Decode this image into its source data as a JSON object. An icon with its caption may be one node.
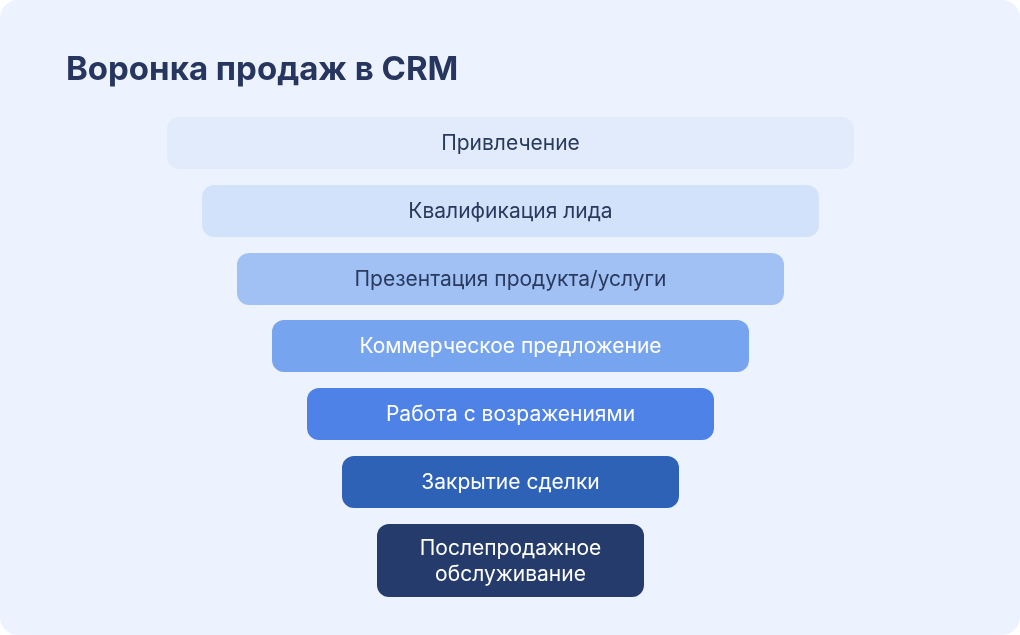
{
  "diagram": {
    "title": "Воронка продаж в CRM",
    "nodes": [
      {
        "text": [
          "Привлечение"
        ]
      },
      {
        "text": [
          "Квалификация лида"
        ]
      },
      {
        "text": [
          "Презентация продукта/услуги"
        ]
      },
      {
        "text": [
          "Коммерческое предложение"
        ]
      },
      {
        "text": [
          "Работа с возражениями"
        ]
      },
      {
        "text": [
          "Закрытие сделки"
        ]
      },
      {
        "text": [
          "Послепродажное обслуживание"
        ]
      }
    ],
    "edges": []
  }
}
